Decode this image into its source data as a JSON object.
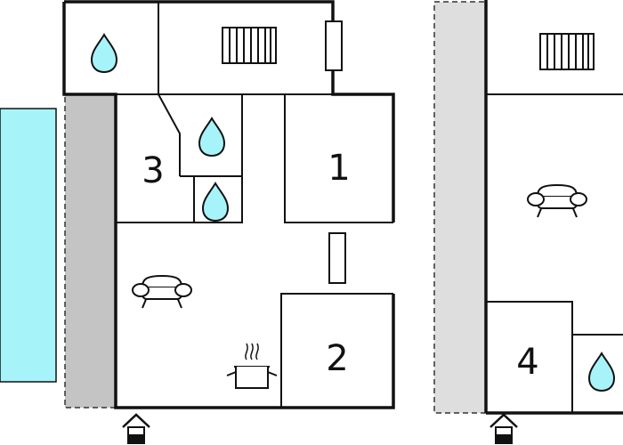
{
  "plan": {
    "rooms": [
      {
        "id": "bedroom-1",
        "label": "1"
      },
      {
        "id": "bedroom-2",
        "label": "2"
      },
      {
        "id": "bedroom-3",
        "label": "3"
      },
      {
        "id": "bedroom-4",
        "label": "4"
      }
    ],
    "icons": {
      "bathroom": "water-drop-icon",
      "heater": "radiator-icon",
      "window": "window-icon",
      "living": "sofa-icon",
      "kitchen": "cooking-pot-icon",
      "entrance": "entrance-icon"
    },
    "colors": {
      "pool": "#a6f4fa",
      "terrace": "#c4c4c4",
      "walkway": "#dedede",
      "walls": "#111111"
    }
  }
}
